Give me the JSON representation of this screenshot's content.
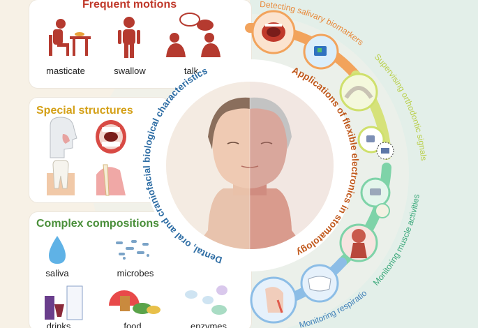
{
  "colors": {
    "left_bg": "#f7f1e6",
    "right_bg": "#e3efe9",
    "frequent": "#c0392b",
    "special": "#d4a017",
    "complex": "#4a8f3a",
    "left_arc_text": "#2e6da4",
    "right_arc_text": "#c0581b",
    "detecting": "#e8893a",
    "orthodontic": "#b9cf4a",
    "muscle": "#3aa87a",
    "respiration": "#3e7fb8"
  },
  "panels": {
    "frequent": {
      "title": "Frequent motions",
      "items": [
        "masticate",
        "swallow",
        "talk"
      ],
      "icons": [
        "person-eating-icon",
        "person-standing-icon",
        "people-talking-icon"
      ]
    },
    "special": {
      "title": "Special structures",
      "icons": [
        "head-profile-icon",
        "open-mouth-icon",
        "tooth-icon",
        "gum-section-icon"
      ]
    },
    "complex": {
      "title": "Complex compositions",
      "items": [
        "saliva",
        "microbes",
        "drinks",
        "food",
        "enzymes"
      ],
      "icons": [
        "droplet-icon",
        "microbes-icon",
        "drinks-icon",
        "food-icon",
        "enzymes-icon"
      ]
    }
  },
  "center": {
    "left_arc": "Dental, oral and craniofacial biological characteristics",
    "right_arc": "Applications of flexible electronics in stomatology"
  },
  "applications": [
    {
      "label": "Detecting salivary biomarkers",
      "icons": [
        "mouth-sensor-icon",
        "saliva-chip-icon"
      ]
    },
    {
      "label": "Supervising orthodontic signals",
      "icons": [
        "dental-arch-icon",
        "bracket-sensor-icon"
      ]
    },
    {
      "label": "Monitoring muscle activities",
      "icons": [
        "electrode-patch-icon",
        "neck-muscle-icon"
      ]
    },
    {
      "label": "Monitoring respiration & gas",
      "icons": [
        "face-mask-icon",
        "head-airway-icon"
      ]
    }
  ]
}
